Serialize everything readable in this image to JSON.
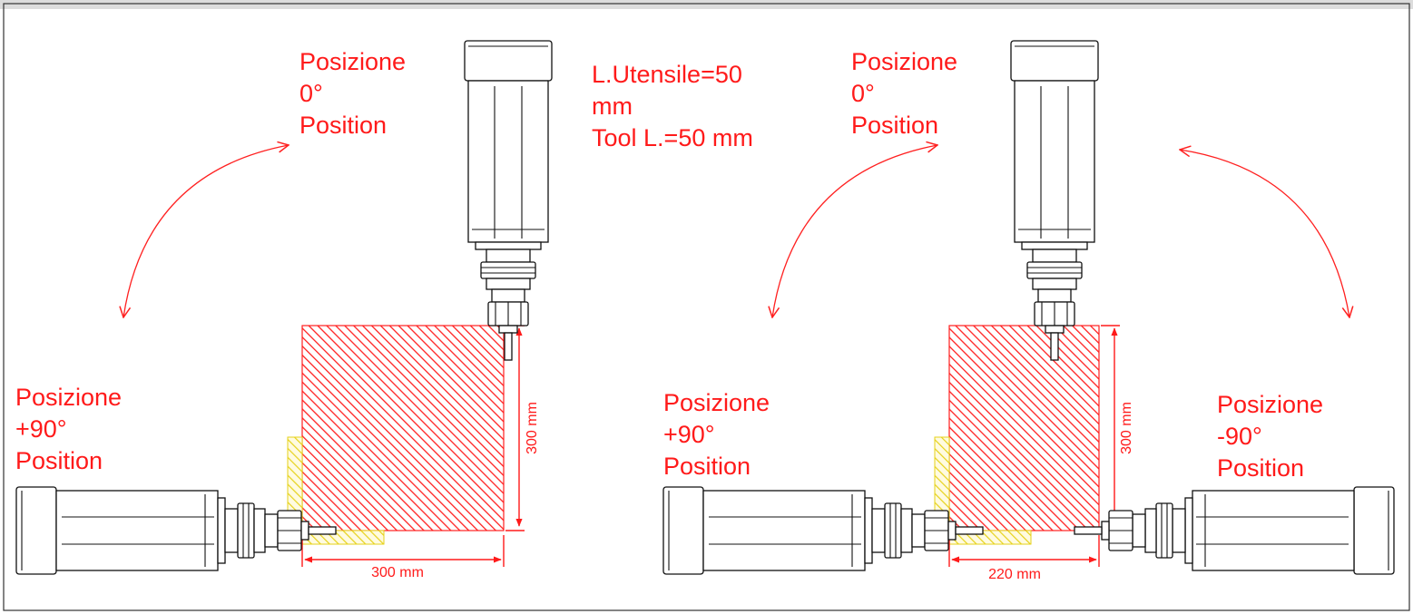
{
  "colors": {
    "label": "#ff1a1a",
    "hatch_red": "#ff2020",
    "hatch_yellow": "#e6d21a",
    "motor_line": "#111111",
    "border": "#333333",
    "top_shadow": "#dcdcdc"
  },
  "left_panel": {
    "pos0": {
      "line1": "Posizione",
      "line2": "0°",
      "line3": "Position"
    },
    "tool_length": {
      "line1": "L.Utensile=50",
      "line2": "mm",
      "line3": "Tool L.=50 mm"
    },
    "pos_plus90": {
      "line1": "Posizione",
      "line2": "+90°",
      "line3": "Position"
    },
    "dim_height": "300 mm",
    "dim_width": "300 mm"
  },
  "right_panel": {
    "pos0": {
      "line1": "Posizione",
      "line2": "0°",
      "line3": "Position"
    },
    "pos_plus90": {
      "line1": "Posizione",
      "line2": "+90°",
      "line3": "Position"
    },
    "pos_minus90": {
      "line1": "Posizione",
      "line2": "-90°",
      "line3": "Position"
    },
    "dim_height": "300 mm",
    "dim_width": "220 mm"
  }
}
